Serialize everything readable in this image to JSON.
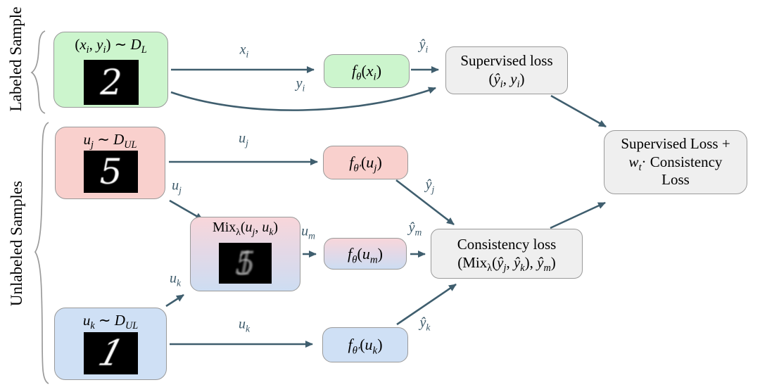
{
  "side_labels": {
    "labeled": "Labeled Sample",
    "unlabeled": "Unlabeled Samples"
  },
  "boxes": {
    "labeled_sample": {
      "title_html": "(<i>x<sub>i</sub></i>, <i>y<sub>i</sub></i>) ∼ <i>D<sub>L</sub></i>",
      "digit": "2"
    },
    "uj_sample": {
      "title_html": "<i>u<sub>j</sub></i> ∼ <i>D<sub>UL</sub></i>",
      "digit": "5"
    },
    "uk_sample": {
      "title_html": "<i>u<sub>k</sub></i> ∼ <i>D<sub>UL</sub></i>",
      "digit": "1"
    },
    "mix": {
      "title_html": "Mix<sub>λ</sub>(<i>u<sub>j</sub></i>, <i>u<sub>k</sub></i>)",
      "digits": [
        "5",
        "1"
      ]
    },
    "f_labeled": {
      "label_html": "<i>f<sub>θ</sub></i>(<i>x<sub>i</sub></i>)"
    },
    "f_uj": {
      "label_html": "<i>f<sub>θ′</sub></i>(<i>u<sub>j</sub></i>)"
    },
    "f_mix": {
      "label_html": "<i>f<sub>θ</sub></i>(<i>u<sub>m</sub></i>)"
    },
    "f_uk": {
      "label_html": "<i>f<sub>θ′</sub></i>(<i>u<sub>k</sub></i>)"
    },
    "supervised_loss": {
      "line1": "Supervised loss",
      "line2_html": "(<i>ŷ<sub>i</sub></i>, <i>y<sub>i</sub></i>)"
    },
    "consistency_loss": {
      "line1": "Consistency loss",
      "line2_html": "(Mix<sub>λ</sub>(<i>ŷ<sub>j</sub></i>, <i>ŷ<sub>k</sub></i>), <i>ŷ<sub>m</sub></i>)"
    },
    "total_loss": {
      "line1": "Supervised Loss +",
      "line2_html": "<i>w<sub>t</sub></i>· Consistency",
      "line3": "Loss"
    }
  },
  "edge_labels": {
    "x_i": "<i>x<sub>i</sub></i>",
    "y_i": "<i>y<sub>i</sub></i>",
    "y_hat_i": "<i>ŷ<sub>i</sub></i>",
    "u_j": "<i>u<sub>j</sub></i>",
    "u_k": "<i>u<sub>k</sub></i>",
    "u_m": "<i>u<sub>m</sub></i>",
    "y_hat_j": "<i>ŷ<sub>j</sub></i>",
    "y_hat_k": "<i>ŷ<sub>k</sub></i>",
    "y_hat_m": "<i>ŷ<sub>m</sub></i>"
  },
  "colors": {
    "labeled_fill": "#ccf5cd",
    "unlabeled_j_fill": "#f9d0cd",
    "unlabeled_k_fill": "#cfe0f5",
    "mix_gradient_top": "#f8d6da",
    "mix_gradient_bottom": "#cdddf2",
    "loss_fill": "#efefef",
    "arrow": "#3f5e6e",
    "brace": "#9a9a9a"
  }
}
